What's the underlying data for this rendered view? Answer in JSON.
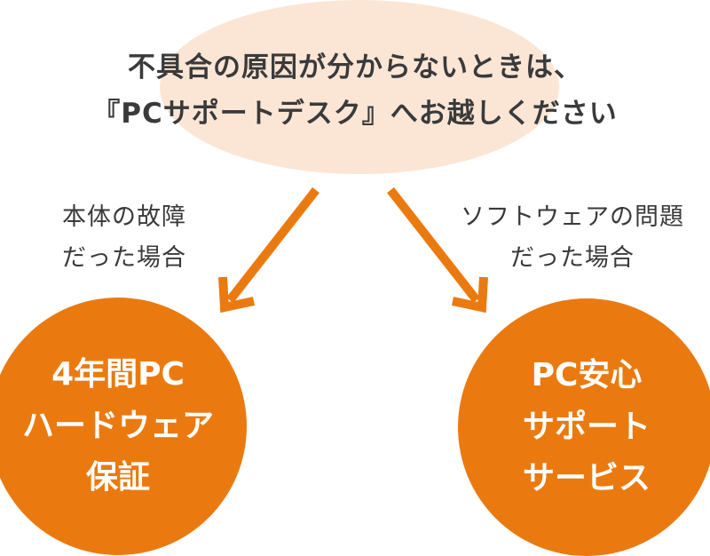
{
  "heading": {
    "line1": "不具合の原因が分からないときは、",
    "line2": "『PCサポートデスク』へお越しください"
  },
  "branches": [
    {
      "condition": [
        "本体の故障",
        "だった場合"
      ],
      "result": [
        "4年間PC",
        "ハードウェア",
        "保証"
      ]
    },
    {
      "condition": [
        "ソフトウェアの問題",
        "だった場合"
      ],
      "result": [
        "PC安心",
        "サポート",
        "サービス"
      ]
    }
  ],
  "colors": {
    "accent": "#ea7a10",
    "ellipse": "#fbe6d6",
    "text": "#3a3a3a"
  }
}
